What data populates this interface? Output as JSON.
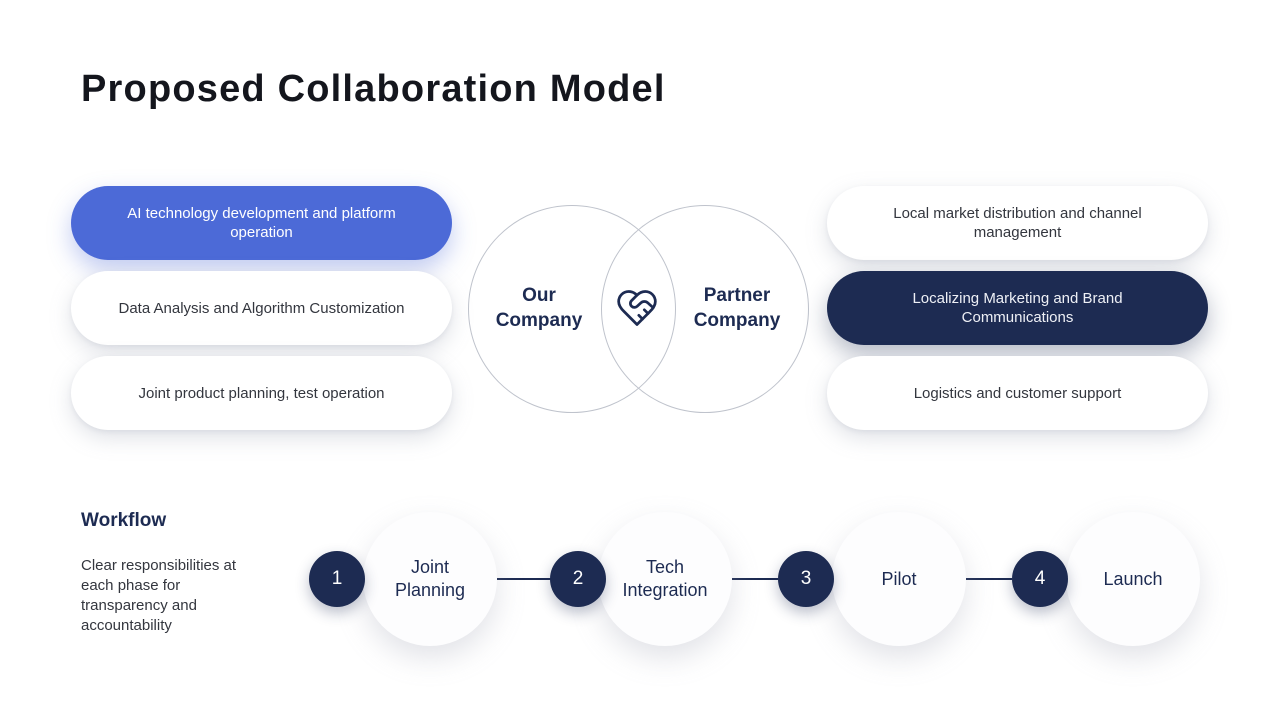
{
  "slide": {
    "title": "Proposed Collaboration Model"
  },
  "colors": {
    "accent_blue": "#4c6ad7",
    "accent_navy": "#1d2b52",
    "venn_border": "#bfc3cc",
    "background": "#ffffff"
  },
  "left_cards": [
    {
      "text": "AI technology development and platform operation",
      "style": "blue"
    },
    {
      "text": "Data Analysis and Algorithm Customization",
      "style": "white"
    },
    {
      "text": "Joint product planning, test operation",
      "style": "white"
    }
  ],
  "venn": {
    "left_label": "Our Company",
    "right_label": "Partner Company",
    "icon": "handshake-icon"
  },
  "right_cards": [
    {
      "text": "Local market distribution and channel management",
      "style": "white"
    },
    {
      "text": "Localizing Marketing and Brand Communications",
      "style": "navy"
    },
    {
      "text": "Logistics and customer support",
      "style": "white"
    }
  ],
  "workflow": {
    "title": "Workflow",
    "description": "Clear responsibilities at each phase for transparency and accountability",
    "steps": [
      {
        "number": "1",
        "label": "Joint Planning"
      },
      {
        "number": "2",
        "label": "Tech Integration"
      },
      {
        "number": "3",
        "label": "Pilot"
      },
      {
        "number": "4",
        "label": "Launch"
      }
    ]
  }
}
